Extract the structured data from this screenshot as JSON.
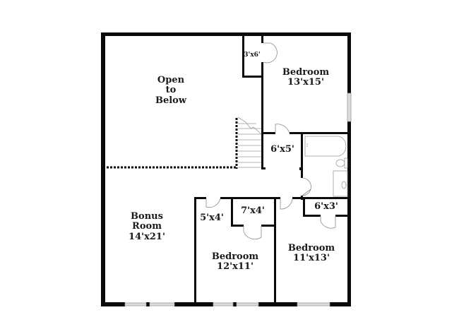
{
  "floorplan": {
    "colors": {
      "wall": "#0a0a0a",
      "window": "#c8c8c8",
      "fixture": "#9a9a9a",
      "background": "#ffffff"
    },
    "rooms": {
      "open_to_below": {
        "line1": "Open",
        "line2": "to",
        "line3": "Below"
      },
      "closet_top": {
        "dims": "3'x6'"
      },
      "bedroom_1": {
        "name": "Bedroom",
        "dims": "13'x15'"
      },
      "hall": {
        "dims": "6'x5'"
      },
      "bonus_room": {
        "name": "Bonus",
        "name2": "Room",
        "dims": "14'x21'"
      },
      "closet_5x4": {
        "dims": "5'x4'"
      },
      "closet_7x4": {
        "dims": "7'x4'"
      },
      "closet_6x3": {
        "dims": "6'x3'"
      },
      "bedroom_2": {
        "name": "Bedroom",
        "dims": "12'x11'"
      },
      "bedroom_3": {
        "name": "Bedroom",
        "dims": "11'x13'"
      }
    }
  }
}
